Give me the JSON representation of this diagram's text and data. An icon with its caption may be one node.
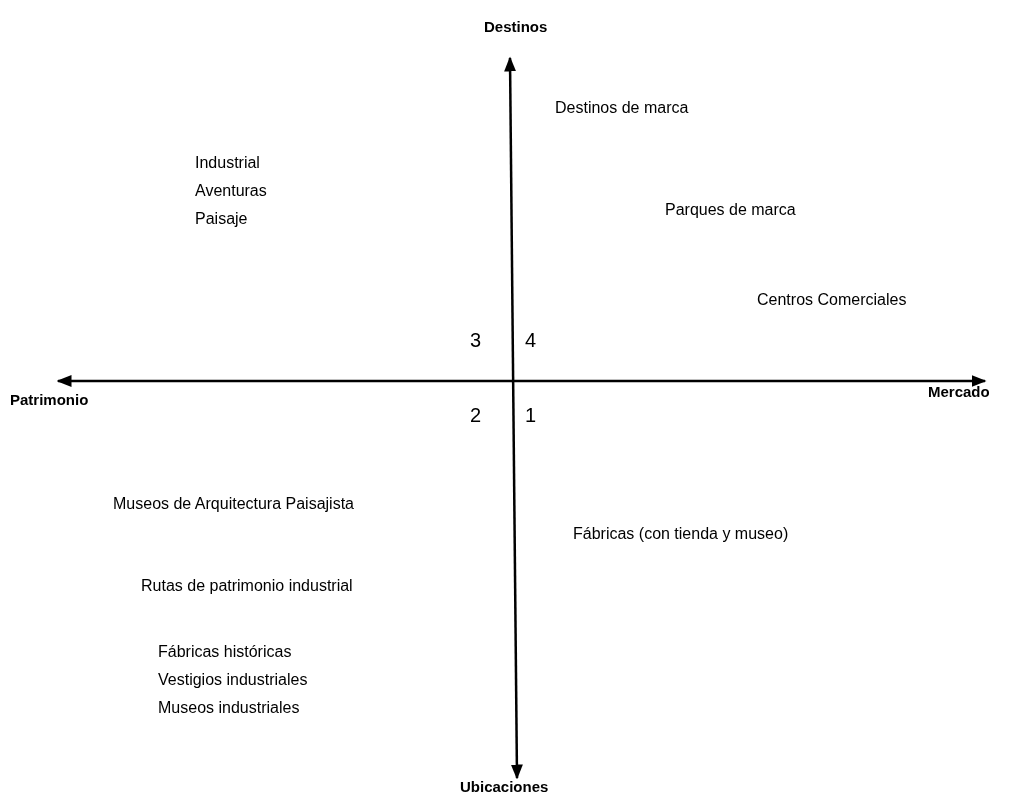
{
  "diagram": {
    "labels": [
      "Destinos",
      "Destinos de marca",
      "Industrial",
      "Aventuras",
      "Paisaje",
      "Parques de marca",
      "Centros Comerciales",
      "3",
      "4",
      "Patrimonio",
      "2",
      "1",
      "Mercado",
      "Museos de Arquitectura Paisajista",
      "Fábricas (con tienda y museo)",
      "Rutas de patrimonio industrial",
      "Fábricas históricas",
      "Vestigios industriales",
      "Museos industriales",
      "Ubicaciones"
    ]
  }
}
